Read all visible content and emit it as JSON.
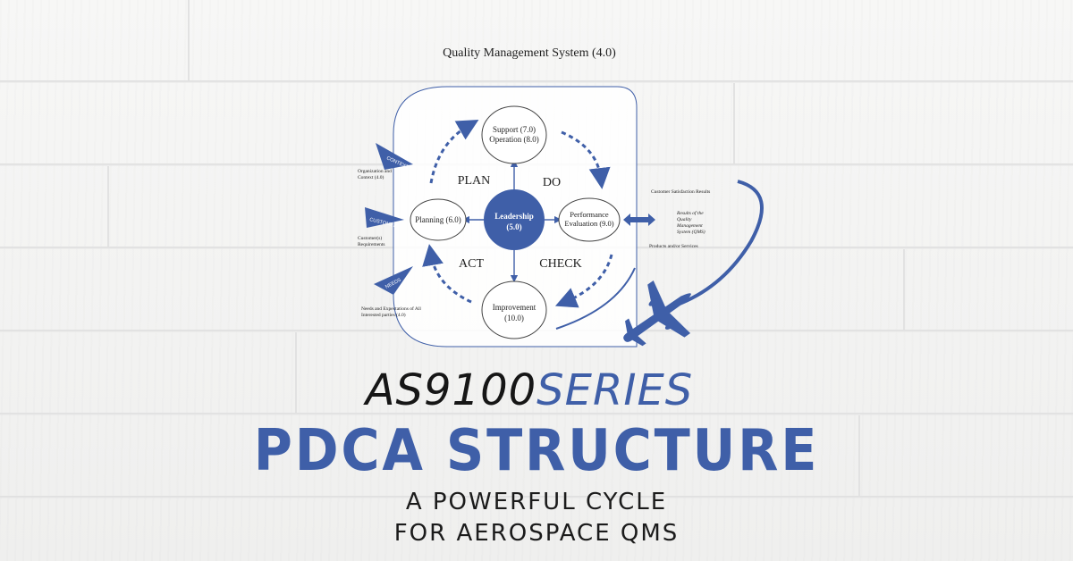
{
  "diagram": {
    "title": "Quality Management System (4.0)",
    "center": {
      "line1": "Leadership",
      "line2": "(5.0)"
    },
    "nodes": {
      "top": {
        "line1": "Support (7.0)",
        "line2": "Operation (8.0)"
      },
      "left": {
        "line1": "Planning (6.0)"
      },
      "right": {
        "line1": "Performance",
        "line2": "Evaluation (9.0)"
      },
      "bottom": {
        "line1": "Improvement",
        "line2": "(10.0)"
      }
    },
    "phases": {
      "plan": "PLAN",
      "do": "DO",
      "act": "ACT",
      "check": "CHECK"
    },
    "inputs": {
      "context_tag": "CONTEXT",
      "customer_tag": "CUSTOMER",
      "needs_tag": "NEEDS",
      "organization_line1": "Organization and",
      "organization_line2": "Context (4.0)",
      "customer_line1": "Customer(s)",
      "customer_line2": "Requirements",
      "needs_line1": "Needs and Expectations of All",
      "needs_line2": "Interested parties (4.0)"
    },
    "outputs": {
      "satisfaction": "Customer Satisfaction Results",
      "results_line1": "Results of the",
      "results_line2": "Quality",
      "results_line3": "Management",
      "results_line4": "System (QMS)",
      "products": "Products and/or Services"
    },
    "plane_icon": "airplane"
  },
  "headline": {
    "part1": "AS9100",
    "part2": "SERIES",
    "main": "PDCA STRUCTURE",
    "sub1": "A POWERFUL CYCLE",
    "sub2": "FOR AEROSPACE QMS"
  },
  "colors": {
    "accent": "#3f5fa8",
    "text": "#1b1b1b"
  }
}
